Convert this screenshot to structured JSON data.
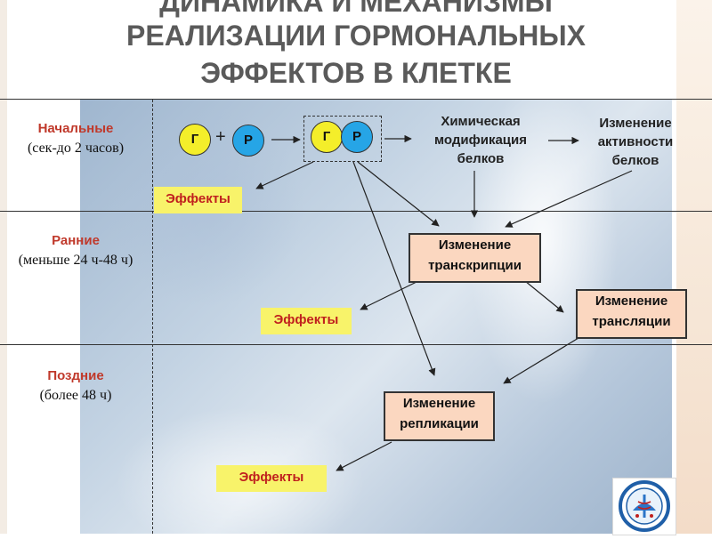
{
  "title": {
    "line0": "ДИНАМИКА И МЕХАНИЗМЫ",
    "line1": "РЕАЛИЗАЦИИ ГОРМОНАЛЬНЫХ",
    "line2": "ЭФФЕКТОВ В КЛЕТКЕ"
  },
  "phases": [
    {
      "name": "Начальные",
      "time": "(сек-до 2 часов)"
    },
    {
      "name": "Ранние",
      "time": "(меньше 24 ч-48 ч)"
    },
    {
      "name": "Поздние",
      "time": "(более 48 ч)"
    }
  ],
  "molecules": {
    "hormone": "Г",
    "receptor": "Р",
    "plus": "+"
  },
  "labels": {
    "chem_mod": [
      "Химическая",
      "модификация",
      "белков"
    ],
    "activity": [
      "Изменение",
      "активности",
      "белков"
    ]
  },
  "boxes": {
    "transcription": [
      "Изменение",
      "транскрипции"
    ],
    "translation": [
      "Изменение",
      "трансляции"
    ],
    "replication": [
      "Изменение",
      "репликации"
    ]
  },
  "effects_label": "Эффекты",
  "colors": {
    "hormone": "#f4ee2a",
    "receptor": "#26a5e6",
    "box_fill": "#fbd7c0",
    "effects_fill": "#f8f36a",
    "phase_name": "#c0392b"
  }
}
